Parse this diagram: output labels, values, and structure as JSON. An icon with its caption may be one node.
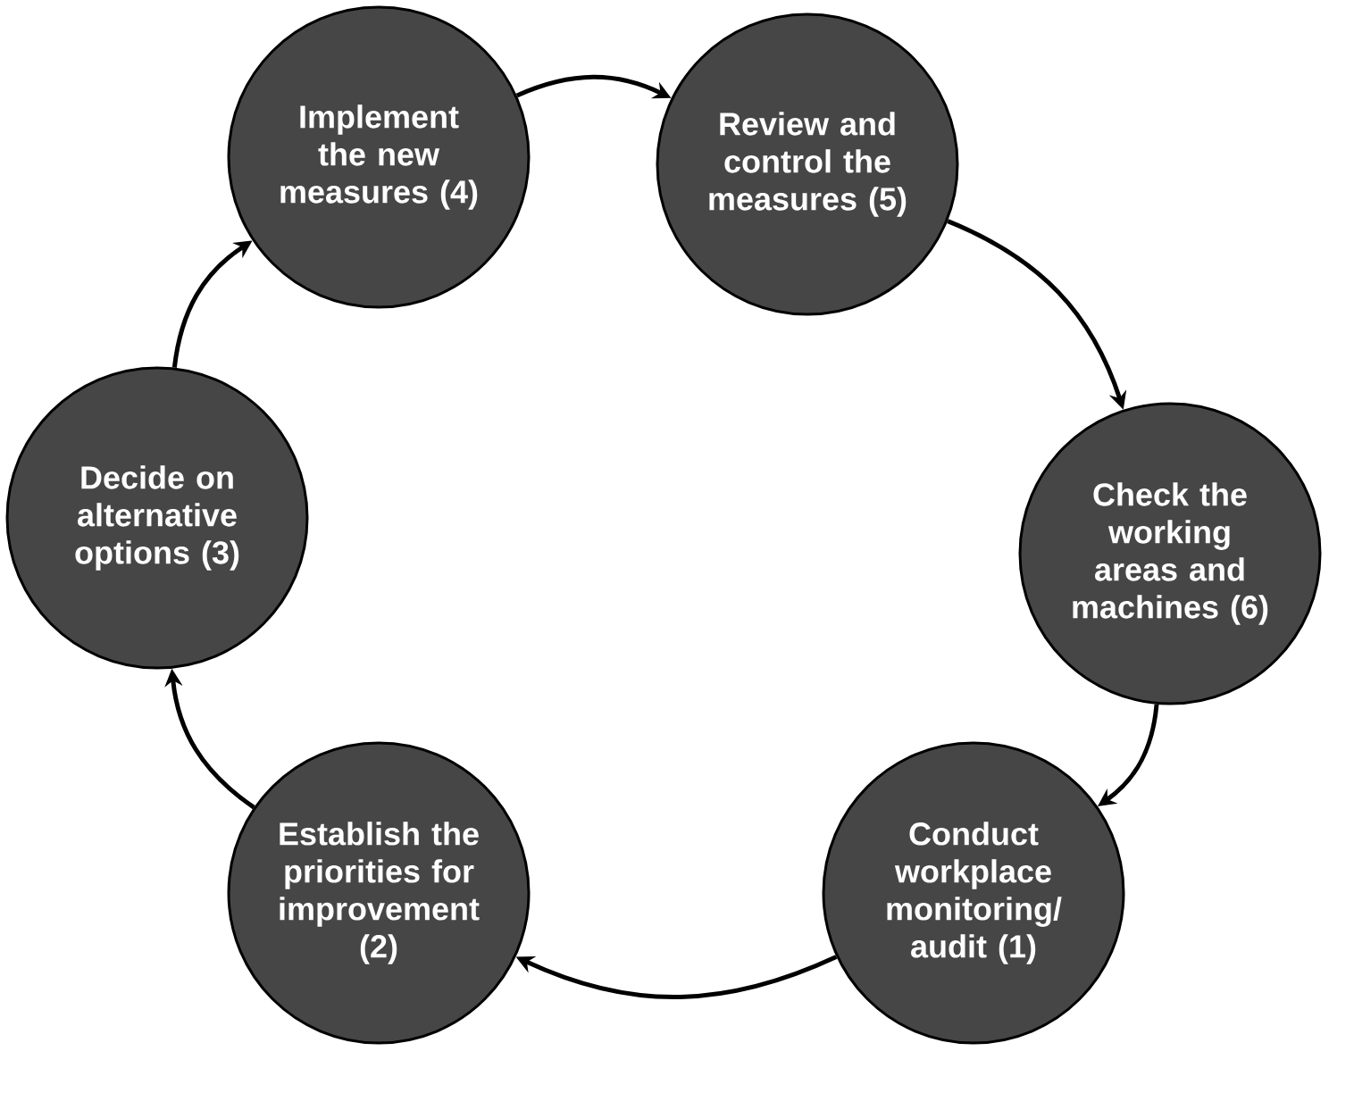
{
  "diagram": {
    "nodes": [
      {
        "text": [
          "Implement the new measures (4)"
        ]
      },
      {
        "text": [
          "Review and control the measures (5)"
        ]
      },
      {
        "text": [
          "Decide on alternative options (3)"
        ]
      },
      {
        "text": [
          "Check the working areas and machines (6)"
        ]
      },
      {
        "text": [
          "Establish the priorities for improvement (2)"
        ]
      },
      {
        "text": [
          "Conduct workplace monitoring/ audit (1)"
        ]
      }
    ],
    "edges": [
      {
        "from": 5,
        "to": 4,
        "arrow": "to"
      },
      {
        "from": 4,
        "to": 2,
        "arrow": "to"
      },
      {
        "from": 2,
        "to": 0,
        "arrow": "to"
      },
      {
        "from": 0,
        "to": 1,
        "arrow": "to"
      },
      {
        "from": 1,
        "to": 3,
        "arrow": "to"
      },
      {
        "from": 3,
        "to": 5,
        "arrow": "to"
      }
    ]
  }
}
